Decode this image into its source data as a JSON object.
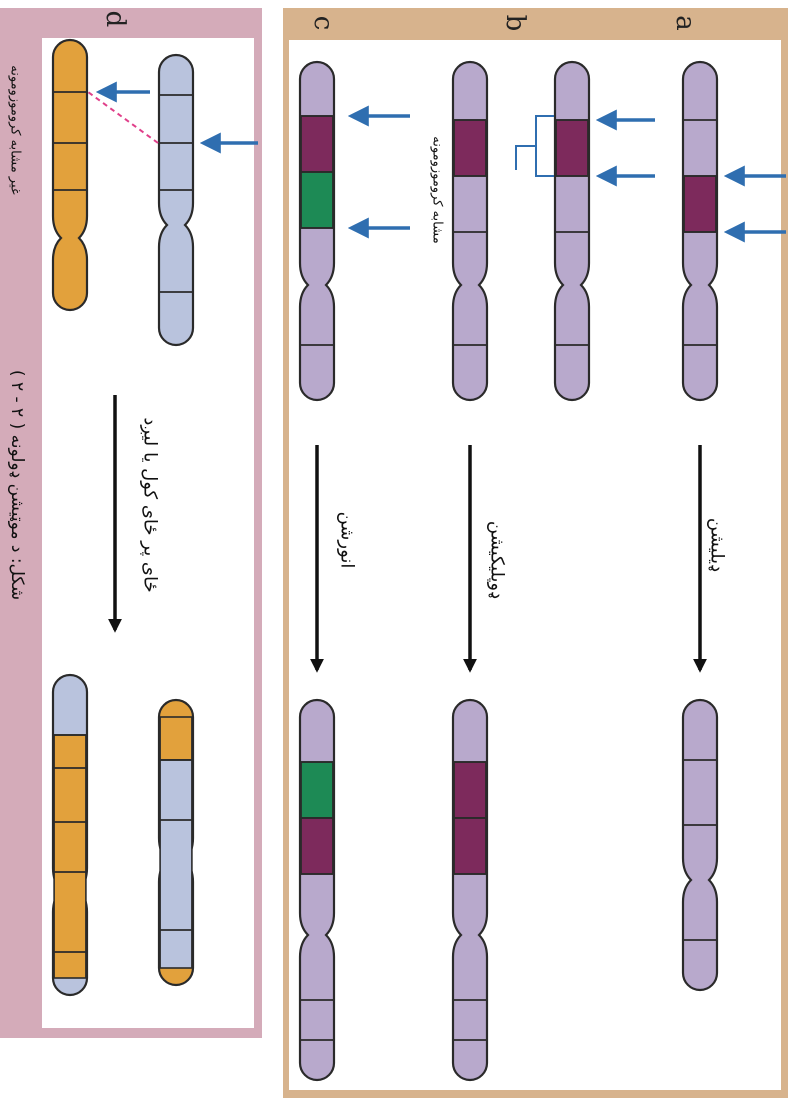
{
  "panels": [
    {
      "letter": "a",
      "process_label": "ډیلیشن"
    },
    {
      "letter": "b",
      "process_label": "ډوپلیکیشن"
    },
    {
      "letter": "c",
      "process_label": "انورشن"
    },
    {
      "letter": "d",
      "process_label": "ځای پر ځای کول یا لیږد"
    }
  ],
  "annotations": {
    "homologous": "مشابه کروموزومونه",
    "non_homologous": "غیر مشابه کروموزومونه"
  },
  "caption": "( ۲ - ۲ ) شکل: د موټیشن ډولونه",
  "colors": {
    "frame_abc": "#d7b38d",
    "frame_d": "#d4abb9",
    "chromosome_purple": "#b8a9cc",
    "chromosome_blue": "#b9c3dd",
    "chromosome_orange": "#e2a13c",
    "segment_magenta": "#7d2a5c",
    "segment_green": "#1d8a55",
    "arrow_blue": "#2f6eb0",
    "process_arrow": "#111111",
    "dashed_link": "#e0408a"
  }
}
